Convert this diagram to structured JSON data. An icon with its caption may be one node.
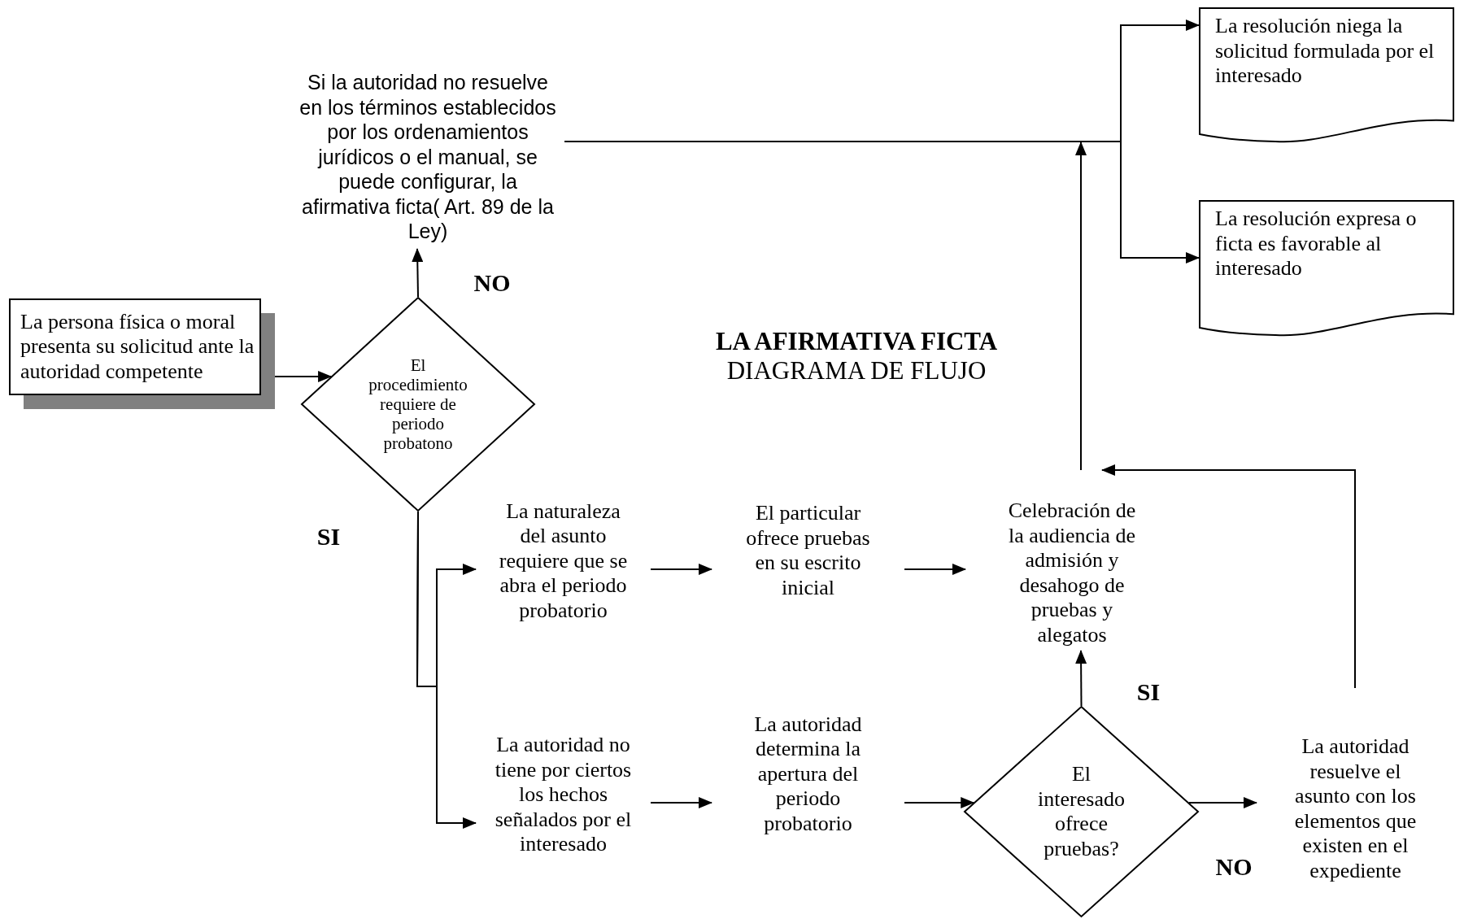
{
  "diagram": {
    "title": "LA AFIRMATIVA FICTA",
    "nodes": [
      {
        "text": [
          "La persona física o moral presenta su solicitud ante la autoridad competente"
        ]
      },
      {
        "text": [
          "El procedimiento requiere de periodo probatono"
        ]
      },
      {
        "text": [
          "Si la autoridad no resuelve en los términos establecidos por los ordenamientos jurídicos o el manual, se puede configurar, la afirmativa ficta( Art. 89 de la Ley)"
        ]
      },
      {
        "text": [
          "La resolución niega la solicitud formulada por el interesado"
        ]
      },
      {
        "text": [
          "La resolución expresa o ficta es favorable al interesado"
        ]
      },
      {
        "text": [
          "La naturaleza del asunto requiere que se abra el periodo probatorio"
        ]
      },
      {
        "text": [
          "El particular ofrece pruebas en su escrito inicial"
        ]
      },
      {
        "text": [
          "Celebración de la audiencia de admisión y desahogo de pruebas y alegatos"
        ]
      },
      {
        "text": [
          "La autoridad no tiene por ciertos los hechos señalados por el interesado"
        ]
      },
      {
        "text": [
          "La autoridad determina la apertura del periodo probatorio"
        ]
      },
      {
        "text": [
          "El interesado ofrece pruebas?"
        ]
      },
      {
        "text": [
          "La autoridad resuelve el asunto con los elementos que existen en el expediente"
        ]
      }
    ],
    "edges": [
      {
        "from": 0,
        "to": 1,
        "arrow": "to"
      },
      {
        "from": 1,
        "to": 2,
        "arrow": "to",
        "label": "NO"
      },
      {
        "from": 2,
        "to": 3,
        "arrow": "to"
      },
      {
        "from": 2,
        "to": 4,
        "arrow": "to"
      },
      {
        "from": 7,
        "to": null,
        "arrow": "to"
      },
      {
        "from": 1,
        "to": 5,
        "arrow": "to",
        "label": "SI"
      },
      {
        "from": 1,
        "to": 8,
        "arrow": "to"
      },
      {
        "from": 5,
        "to": 6,
        "arrow": "to"
      },
      {
        "from": 6,
        "to": 7,
        "arrow": "to"
      },
      {
        "from": 8,
        "to": 9,
        "arrow": "to"
      },
      {
        "from": 9,
        "to": 10,
        "arrow": "to"
      },
      {
        "from": 10,
        "to": 7,
        "arrow": "to",
        "label": "SI"
      },
      {
        "from": 10,
        "to": 11,
        "arrow": "to",
        "label": "NO"
      },
      {
        "from": 11,
        "to": 7,
        "arrow": "to"
      }
    ],
    "labels": [
      "DIAGRAMA DE FLUJO"
    ]
  }
}
